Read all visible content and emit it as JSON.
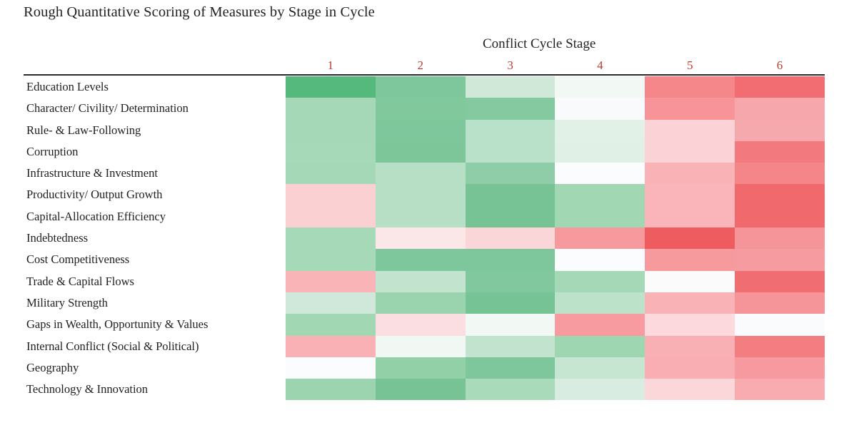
{
  "chart_data": {
    "type": "heatmap",
    "title": "Rough Quantitative Scoring of Measures by Stage in Cycle",
    "xlabel": "Conflict Cycle Stage",
    "ylabel": "",
    "categories": [
      "1",
      "2",
      "3",
      "4",
      "5",
      "6"
    ],
    "column_header_color": "#c0392f",
    "colorscale": {
      "type": "diverging red-white-green",
      "positive_color": "#4caf72",
      "neutral_color": "#fafcfa",
      "negative_color": "#ef5a5a",
      "description": "Green = favorable/strong score, white = neutral, red = unfavorable/weak score"
    },
    "rows": [
      {
        "label": "Education Levels",
        "values": [
          0.95,
          0.72,
          0.32,
          0.05,
          -0.62,
          -0.72
        ],
        "colors": [
          "#55b97e",
          "#7ec79c",
          "#cfe8d8",
          "#f2f9f5",
          "#f5878a",
          "#f26d71"
        ]
      },
      {
        "label": "Character/ Civility/ Determination",
        "values": [
          0.52,
          0.68,
          0.66,
          0.02,
          -0.58,
          -0.42
        ],
        "colors": [
          "#a4d8b6",
          "#81c89d",
          "#84c99f",
          "#f8fafc",
          "#f79499",
          "#f6a7ab"
        ]
      },
      {
        "label": "Rule- & Law-Following",
        "values": [
          0.52,
          0.7,
          0.45,
          0.2,
          -0.28,
          -0.4
        ],
        "colors": [
          "#a4d8b6",
          "#7ec69b",
          "#b9e0c8",
          "#e2f1e8",
          "#fbd3d6",
          "#f6a9ad"
        ]
      },
      {
        "label": "Corruption",
        "values": [
          0.5,
          0.7,
          0.45,
          0.22,
          -0.25,
          -0.63
        ],
        "colors": [
          "#a6d9b8",
          "#7dc69a",
          "#b9e0c8",
          "#e0f0e7",
          "#fbd2d5",
          "#f27a7e"
        ]
      },
      {
        "label": "Infrastructure & Investment",
        "values": [
          0.52,
          0.45,
          0.6,
          0.02,
          -0.38,
          -0.6
        ],
        "colors": [
          "#a4d8b6",
          "#b6dfc6",
          "#8ecda7",
          "#fbfcfd",
          "#f9b2b6",
          "#f4868a"
        ]
      },
      {
        "label": "Productivity/ Output Growth",
        "values": [
          -0.3,
          0.45,
          0.72,
          0.5,
          -0.35,
          -0.7
        ],
        "colors": [
          "#fad0d3",
          "#b6dfc6",
          "#77c396",
          "#a2d7b4",
          "#f9b5b9",
          "#f0696d"
        ]
      },
      {
        "label": "Capital-Allocation Efficiency",
        "values": [
          -0.3,
          0.45,
          0.72,
          0.5,
          -0.35,
          -0.7
        ],
        "colors": [
          "#fad0d3",
          "#b6dfc6",
          "#77c396",
          "#a2d7b4",
          "#f9b5b9",
          "#f0696d"
        ]
      },
      {
        "label": "Indebtedness",
        "values": [
          0.5,
          -0.12,
          -0.22,
          -0.5,
          -0.82,
          -0.5
        ],
        "colors": [
          "#a6d9b8",
          "#fbe6e8",
          "#fad6d9",
          "#f79a9e",
          "#ef5c60",
          "#f59499"
        ]
      },
      {
        "label": "Cost Competitiveness",
        "values": [
          0.5,
          0.68,
          0.68,
          0.03,
          -0.48,
          -0.45
        ],
        "colors": [
          "#a6d9b8",
          "#7ec69b",
          "#7ec69b",
          "#fafcfd",
          "#f79a9e",
          "#f69ca0"
        ]
      },
      {
        "label": "Trade & Capital Flows",
        "values": [
          -0.4,
          0.38,
          0.66,
          0.48,
          0.02,
          -0.72
        ],
        "colors": [
          "#f9b4b8",
          "#c2e4ce",
          "#82c89e",
          "#a5d8b7",
          "#fcfbfc",
          "#f06e72"
        ]
      },
      {
        "label": "Military Strength",
        "values": [
          0.3,
          0.55,
          0.72,
          0.4,
          -0.38,
          -0.5
        ],
        "colors": [
          "#cfe8d9",
          "#9ad4ae",
          "#76c395",
          "#bce2ca",
          "#f9b3b7",
          "#f59499"
        ]
      },
      {
        "label": "Gaps in Wealth, Opportunity & Values",
        "values": [
          0.52,
          -0.18,
          0.05,
          -0.45,
          -0.2,
          0.02
        ],
        "colors": [
          "#a2d7b4",
          "#fbdee1",
          "#f2f9f5",
          "#f79ba0",
          "#fbd9dc",
          "#fafbfd"
        ]
      },
      {
        "label": "Internal Conflict (Social & Political)",
        "values": [
          -0.42,
          0.08,
          0.38,
          0.52,
          -0.35,
          -0.62
        ],
        "colors": [
          "#f9b1b5",
          "#f1f8f4",
          "#c2e4ce",
          "#9fd6b2",
          "#f9b0b4",
          "#f37e82"
        ]
      },
      {
        "label": "Geography",
        "values": [
          0.02,
          0.55,
          0.68,
          0.35,
          -0.4,
          -0.45
        ],
        "colors": [
          "#fbfcfe",
          "#92d0a8",
          "#7ec69b",
          "#c6e6d2",
          "#f8aeb2",
          "#f69aa0"
        ]
      },
      {
        "label": "Technology & Innovation",
        "values": [
          0.52,
          0.7,
          0.48,
          0.25,
          -0.25,
          -0.4
        ],
        "colors": [
          "#9bd4af",
          "#77c396",
          "#a9daba",
          "#d8ece1",
          "#fbd7da",
          "#f8acb0"
        ]
      }
    ]
  },
  "header": {
    "title": "Rough Quantitative Scoring of Measures by Stage in Cycle",
    "column_group_title": "Conflict Cycle Stage"
  }
}
